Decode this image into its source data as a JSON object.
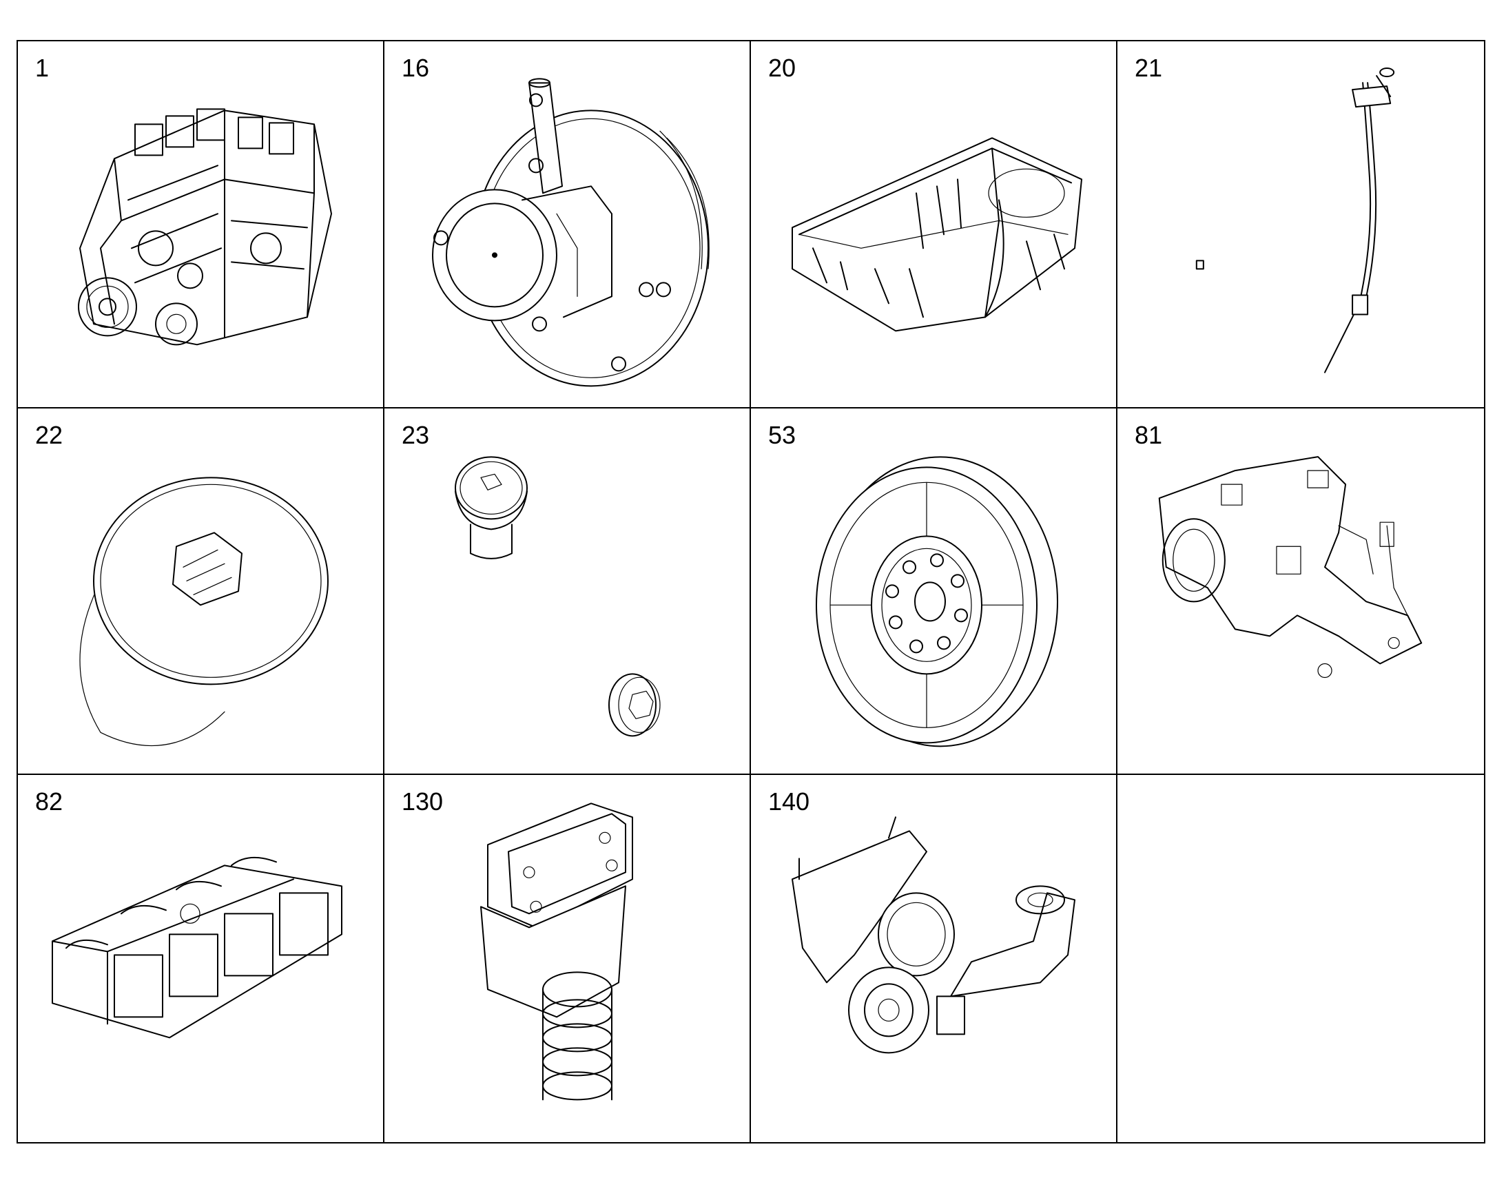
{
  "cells": [
    {
      "label": "1",
      "icon": "engine-block"
    },
    {
      "label": "16",
      "icon": "vacuum-pump"
    },
    {
      "label": "20",
      "icon": "oil-pan"
    },
    {
      "label": "21",
      "icon": "dipstick"
    },
    {
      "label": "22",
      "icon": "plug"
    },
    {
      "label": "23",
      "icon": "oil-filler-cap"
    },
    {
      "label": "53",
      "icon": "viscous-fan-clutch"
    },
    {
      "label": "81",
      "icon": "rocker-arm-assembly"
    },
    {
      "label": "82",
      "icon": "valve-cover"
    },
    {
      "label": "130",
      "icon": "oil-cooler-filter"
    },
    {
      "label": "140",
      "icon": "oil-pump"
    },
    {
      "label": "",
      "icon": ""
    }
  ]
}
